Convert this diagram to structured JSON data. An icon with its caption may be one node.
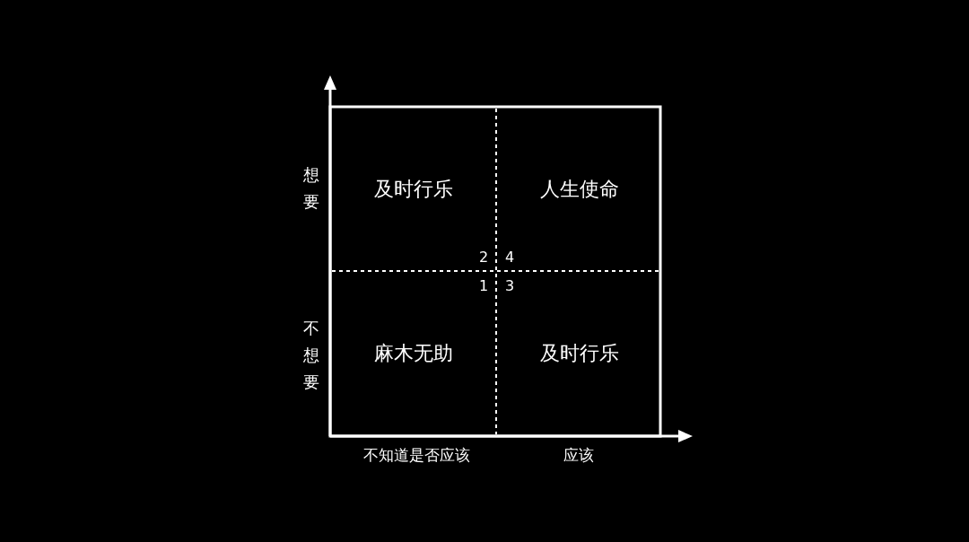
{
  "diagram": {
    "nodes": [
      {
        "text": [
          "及时行乐"
        ]
      },
      {
        "text": [
          "人生使命"
        ]
      },
      {
        "text": [
          "麻木无助"
        ]
      },
      {
        "text": [
          "及时行乐"
        ]
      }
    ],
    "edges": [],
    "labels": [
      "想要",
      "不想要",
      "2",
      "4",
      "1",
      "3",
      "不知道是否应该",
      "应该"
    ]
  }
}
